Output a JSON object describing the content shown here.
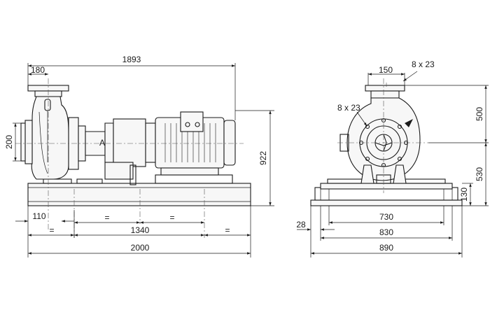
{
  "side_view": {
    "overall_length": "1893",
    "suction_offset": "180",
    "shaft_height": "200",
    "total_height": "922",
    "foot_offset": "110",
    "equal_left": "=",
    "equal_mid_left": "=",
    "equal_mid_right": "=",
    "equal_right": "=",
    "bolt_spacing": "1340",
    "baseplate_length": "2000"
  },
  "end_view": {
    "flange_offset": "150",
    "discharge_holes": "8 x 23",
    "suction_holes": "8 x 23",
    "upper_height": "500",
    "lower_height": "530",
    "base_height": "130",
    "base_edge": "28",
    "inner_width": "730",
    "bolt_width": "830",
    "base_width": "890"
  }
}
